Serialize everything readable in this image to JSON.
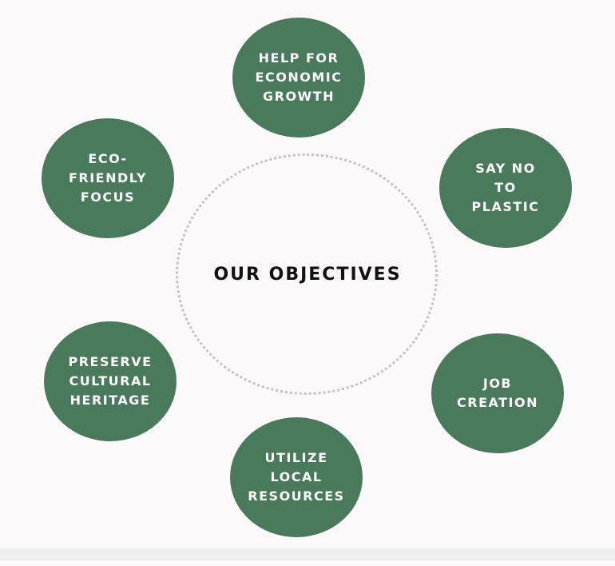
{
  "title": "OUR OBJECTIVES",
  "objectives": [
    {
      "label": "HELP FOR\nECONOMIC\nGROWTH"
    },
    {
      "label": "ECO-\nFRIENDLY\nFOCUS"
    },
    {
      "label": "SAY NO\nTO\nPLASTIC"
    },
    {
      "label": "PRESERVE\nCULTURAL\nHERITAGE"
    },
    {
      "label": "JOB\nCREATION"
    },
    {
      "label": "UTILIZE\nLOCAL\nRESOURCES"
    }
  ],
  "colors": {
    "bubble": "#4a7a5c",
    "background": "#fbf9fa"
  }
}
